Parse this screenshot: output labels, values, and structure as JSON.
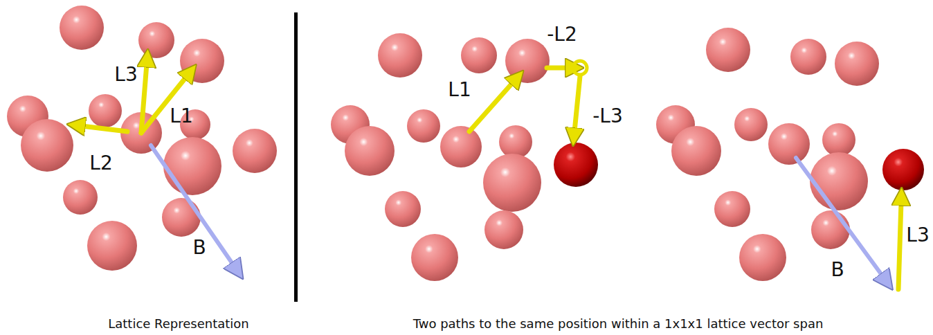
{
  "diagram": {
    "labels": [
      "L3",
      "L1",
      "L2",
      "B",
      "L1",
      "-L2",
      "-L3",
      "B",
      "L3",
      "Lattice Representation",
      "Two paths to the same position within a 1x1x1 lattice vector span"
    ]
  }
}
